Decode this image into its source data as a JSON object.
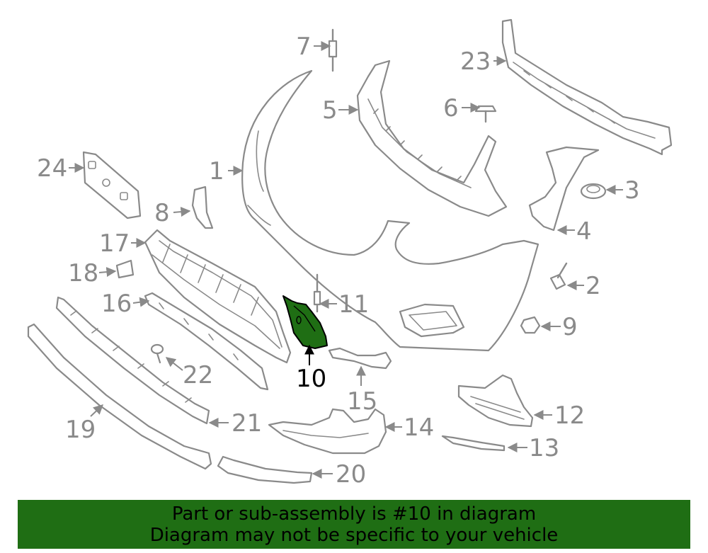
{
  "highlight_color": "#1f6e14",
  "line_color": "#8a8a8a",
  "banner": {
    "line1": "Part or sub-assembly is #10 in diagram",
    "line2": "Diagram may not be specific to your vehicle"
  },
  "callouts": {
    "c1": "1",
    "c2": "2",
    "c3": "3",
    "c4": "4",
    "c5": "5",
    "c6": "6",
    "c7": "7",
    "c8": "8",
    "c9": "9",
    "c10": "10",
    "c11": "11",
    "c12": "12",
    "c13": "13",
    "c14": "14",
    "c15": "15",
    "c16": "16",
    "c17": "17",
    "c18": "18",
    "c19": "19",
    "c20": "20",
    "c21": "21",
    "c22": "22",
    "c23": "23",
    "c24": "24"
  }
}
